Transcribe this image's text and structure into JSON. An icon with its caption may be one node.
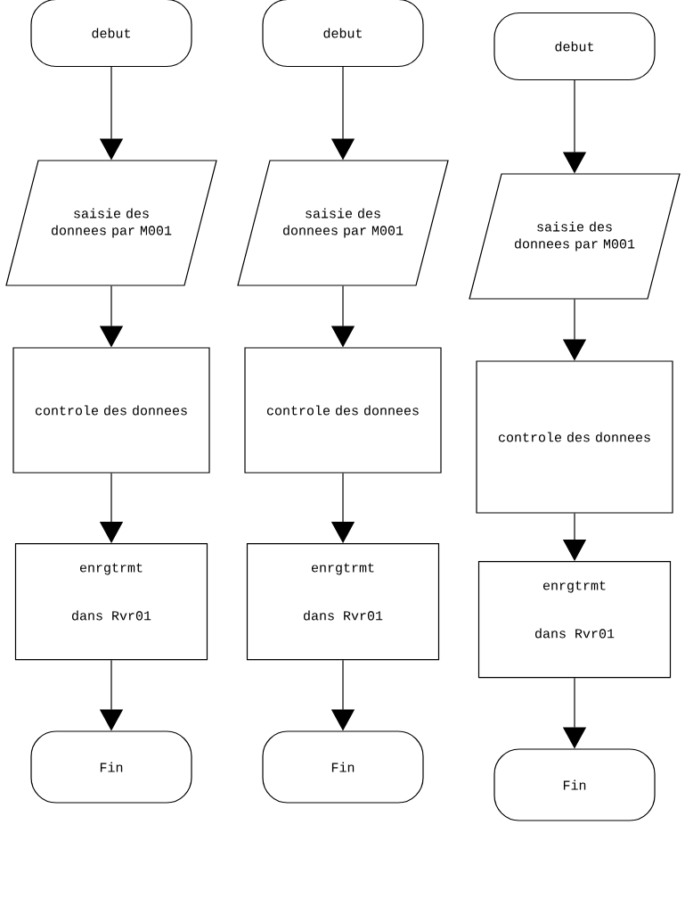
{
  "diagram": {
    "nodes": [
      {
        "text": [
          "debut"
        ]
      },
      {
        "text": [
          "saisie des donnees par M001"
        ]
      },
      {
        "text": [
          "controle des donnees"
        ]
      },
      {
        "text": [
          "enrgtrmt",
          "dans Rvr01"
        ]
      },
      {
        "text": [
          "Fin"
        ]
      },
      {
        "text": [
          "debut"
        ]
      },
      {
        "text": [
          "saisie des donnees par M001"
        ]
      },
      {
        "text": [
          "controle des donnees"
        ]
      },
      {
        "text": [
          "enrgtrmt",
          "dans Rvr01"
        ]
      },
      {
        "text": [
          "Fin"
        ]
      },
      {
        "text": [
          "debut"
        ]
      },
      {
        "text": [
          "saisie des donnees par M001"
        ]
      },
      {
        "text": [
          "controle des donnees"
        ]
      },
      {
        "text": [
          "enrgtrmt",
          "dans Rvr01"
        ]
      },
      {
        "text": [
          "Fin"
        ]
      }
    ],
    "edges": [
      {
        "from": 0,
        "to": 1,
        "arrow": "to"
      },
      {
        "from": 1,
        "to": 2,
        "arrow": "to"
      },
      {
        "from": 2,
        "to": 3,
        "arrow": "to"
      },
      {
        "from": 3,
        "to": 4,
        "arrow": "to"
      },
      {
        "from": 5,
        "to": 6,
        "arrow": "to"
      },
      {
        "from": 6,
        "to": 7,
        "arrow": "to"
      },
      {
        "from": 7,
        "to": 8,
        "arrow": "to"
      },
      {
        "from": 8,
        "to": 9,
        "arrow": "to"
      },
      {
        "from": 10,
        "to": 11,
        "arrow": "to"
      },
      {
        "from": 11,
        "to": 12,
        "arrow": "to"
      },
      {
        "from": 12,
        "to": 13,
        "arrow": "to"
      },
      {
        "from": 13,
        "to": 14,
        "arrow": "to"
      }
    ]
  }
}
